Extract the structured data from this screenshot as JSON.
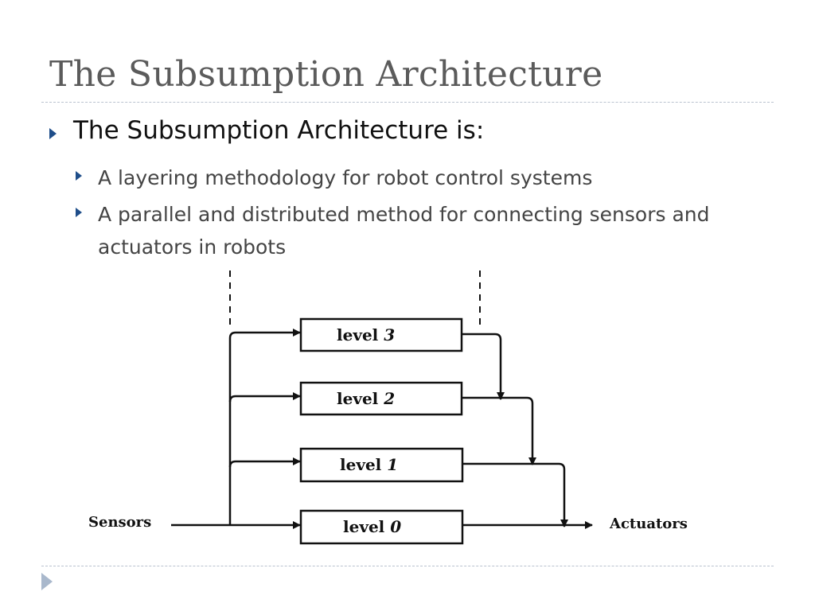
{
  "slide": {
    "title": "The Subsumption Architecture",
    "bullets": [
      {
        "text": "The Subsumption Architecture is:"
      },
      {
        "text": "A layering methodology for robot control systems"
      },
      {
        "text": "A parallel and distributed method for connecting sensors and actuators in robots"
      }
    ]
  },
  "diagram": {
    "input_label": "Sensors",
    "output_label": "Actuators",
    "levels": [
      {
        "word": "level",
        "num": "3"
      },
      {
        "word": "level",
        "num": "2"
      },
      {
        "word": "level",
        "num": "1"
      },
      {
        "word": "level",
        "num": "0"
      }
    ]
  },
  "colors": {
    "title": "#5b5b5b",
    "bullet_marker": "#1f4e8a",
    "rule": "#b9c2cf",
    "nav_arrow": "#a9b8cc"
  },
  "icons": {
    "bullet": "triangle-right-icon",
    "nav": "next-slide-icon"
  }
}
